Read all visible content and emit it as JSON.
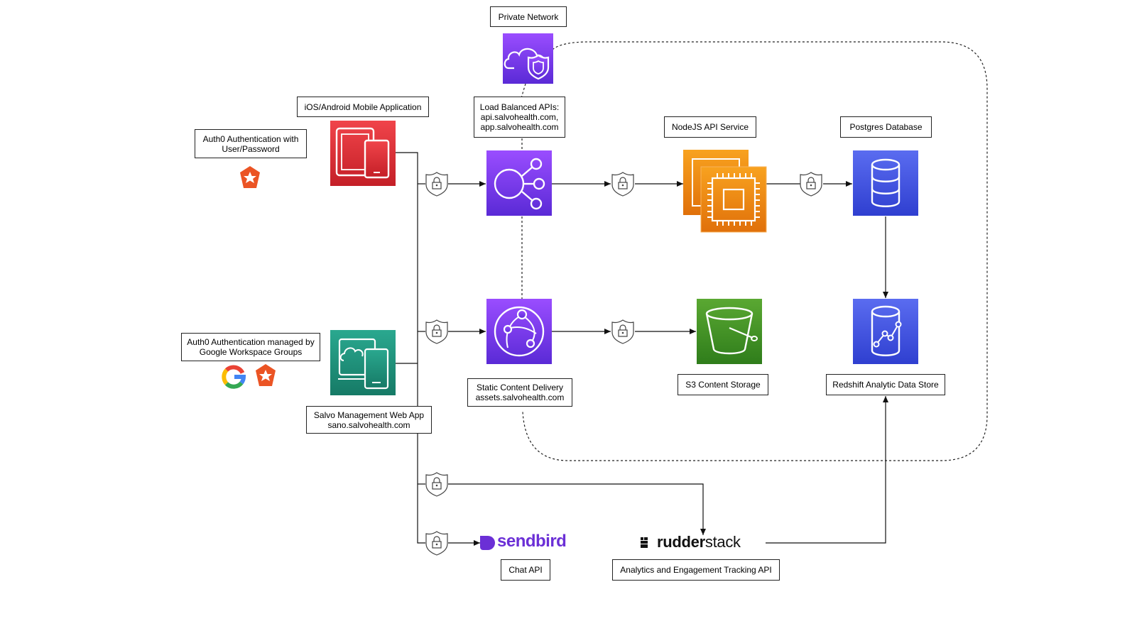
{
  "labels": {
    "private_network": "Private Network",
    "mobile_app": "iOS/Android Mobile Application",
    "auth0_password": [
      "Auth0 Authentication with",
      "User/Password"
    ],
    "load_balanced": [
      "Load Balanced APIs:",
      "api.salvohealth.com,",
      "app.salvohealth.com"
    ],
    "nodejs": "NodeJS API Service",
    "postgres": "Postgres Database",
    "auth0_google": [
      "Auth0 Authentication managed by",
      "Google Workspace Groups"
    ],
    "static_content": [
      "Static Content Delivery",
      "assets.salvohealth.com"
    ],
    "s3": "S3 Content Storage",
    "redshift": "Redshift Analytic Data Store",
    "web_app": [
      "Salvo Management Web App",
      "sano.salvohealth.com"
    ],
    "chat_api": "Chat API",
    "analytics_api": "Analytics and Engagement Tracking API"
  },
  "brands": {
    "sendbird": "sendbird",
    "rudder": "rudder",
    "stack": "stack"
  },
  "colors": {
    "purple": "#7b3fe4",
    "red": "#dd2b33",
    "teal": "#1d8a76",
    "orange": "#f48a12",
    "blue": "#3f55e0",
    "green": "#3f8f24",
    "auth0": "#eb5424",
    "sendbird": "#6b2fd6"
  },
  "icons": {
    "vpc": "cloud-shield-icon",
    "mobile": "mobile-devices-icon",
    "lb": "load-balancer-icon",
    "compute": "cpu-chip-icon",
    "db": "database-icon",
    "web": "web-app-icon",
    "cdn": "cloudfront-icon",
    "s3": "s3-bucket-icon",
    "redshift": "redshift-icon",
    "lock": "lock-shield-icon"
  }
}
